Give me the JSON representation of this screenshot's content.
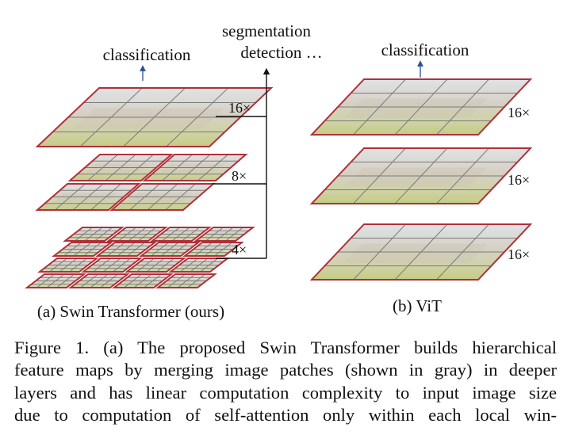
{
  "figure": {
    "panel_a": {
      "caption": "(a) Swin Transformer (ours)",
      "top_label": "classification",
      "right_labels": [
        "segmentation",
        "detection …"
      ],
      "scale_labels": [
        "16×",
        "8×",
        "4×"
      ]
    },
    "panel_b": {
      "caption": "(b) ViT",
      "top_label": "classification",
      "scale_labels": [
        "16×",
        "16×",
        "16×"
      ]
    },
    "colors": {
      "frame": "#b0303a",
      "grid": "#7a7a7a",
      "arrow_blue": "#2a4f9a",
      "sky": "#dfe3e6",
      "building": "#cfc6b6",
      "foliage": "#c9d08a"
    }
  },
  "caption": {
    "lines": [
      "Figure 1. (a) The proposed Swin Transformer builds hierarchical",
      "feature maps by merging image patches (shown in gray) in deeper",
      "layers and has linear computation complexity to input image size",
      "due to computation of self-attention only within each local win-"
    ]
  }
}
